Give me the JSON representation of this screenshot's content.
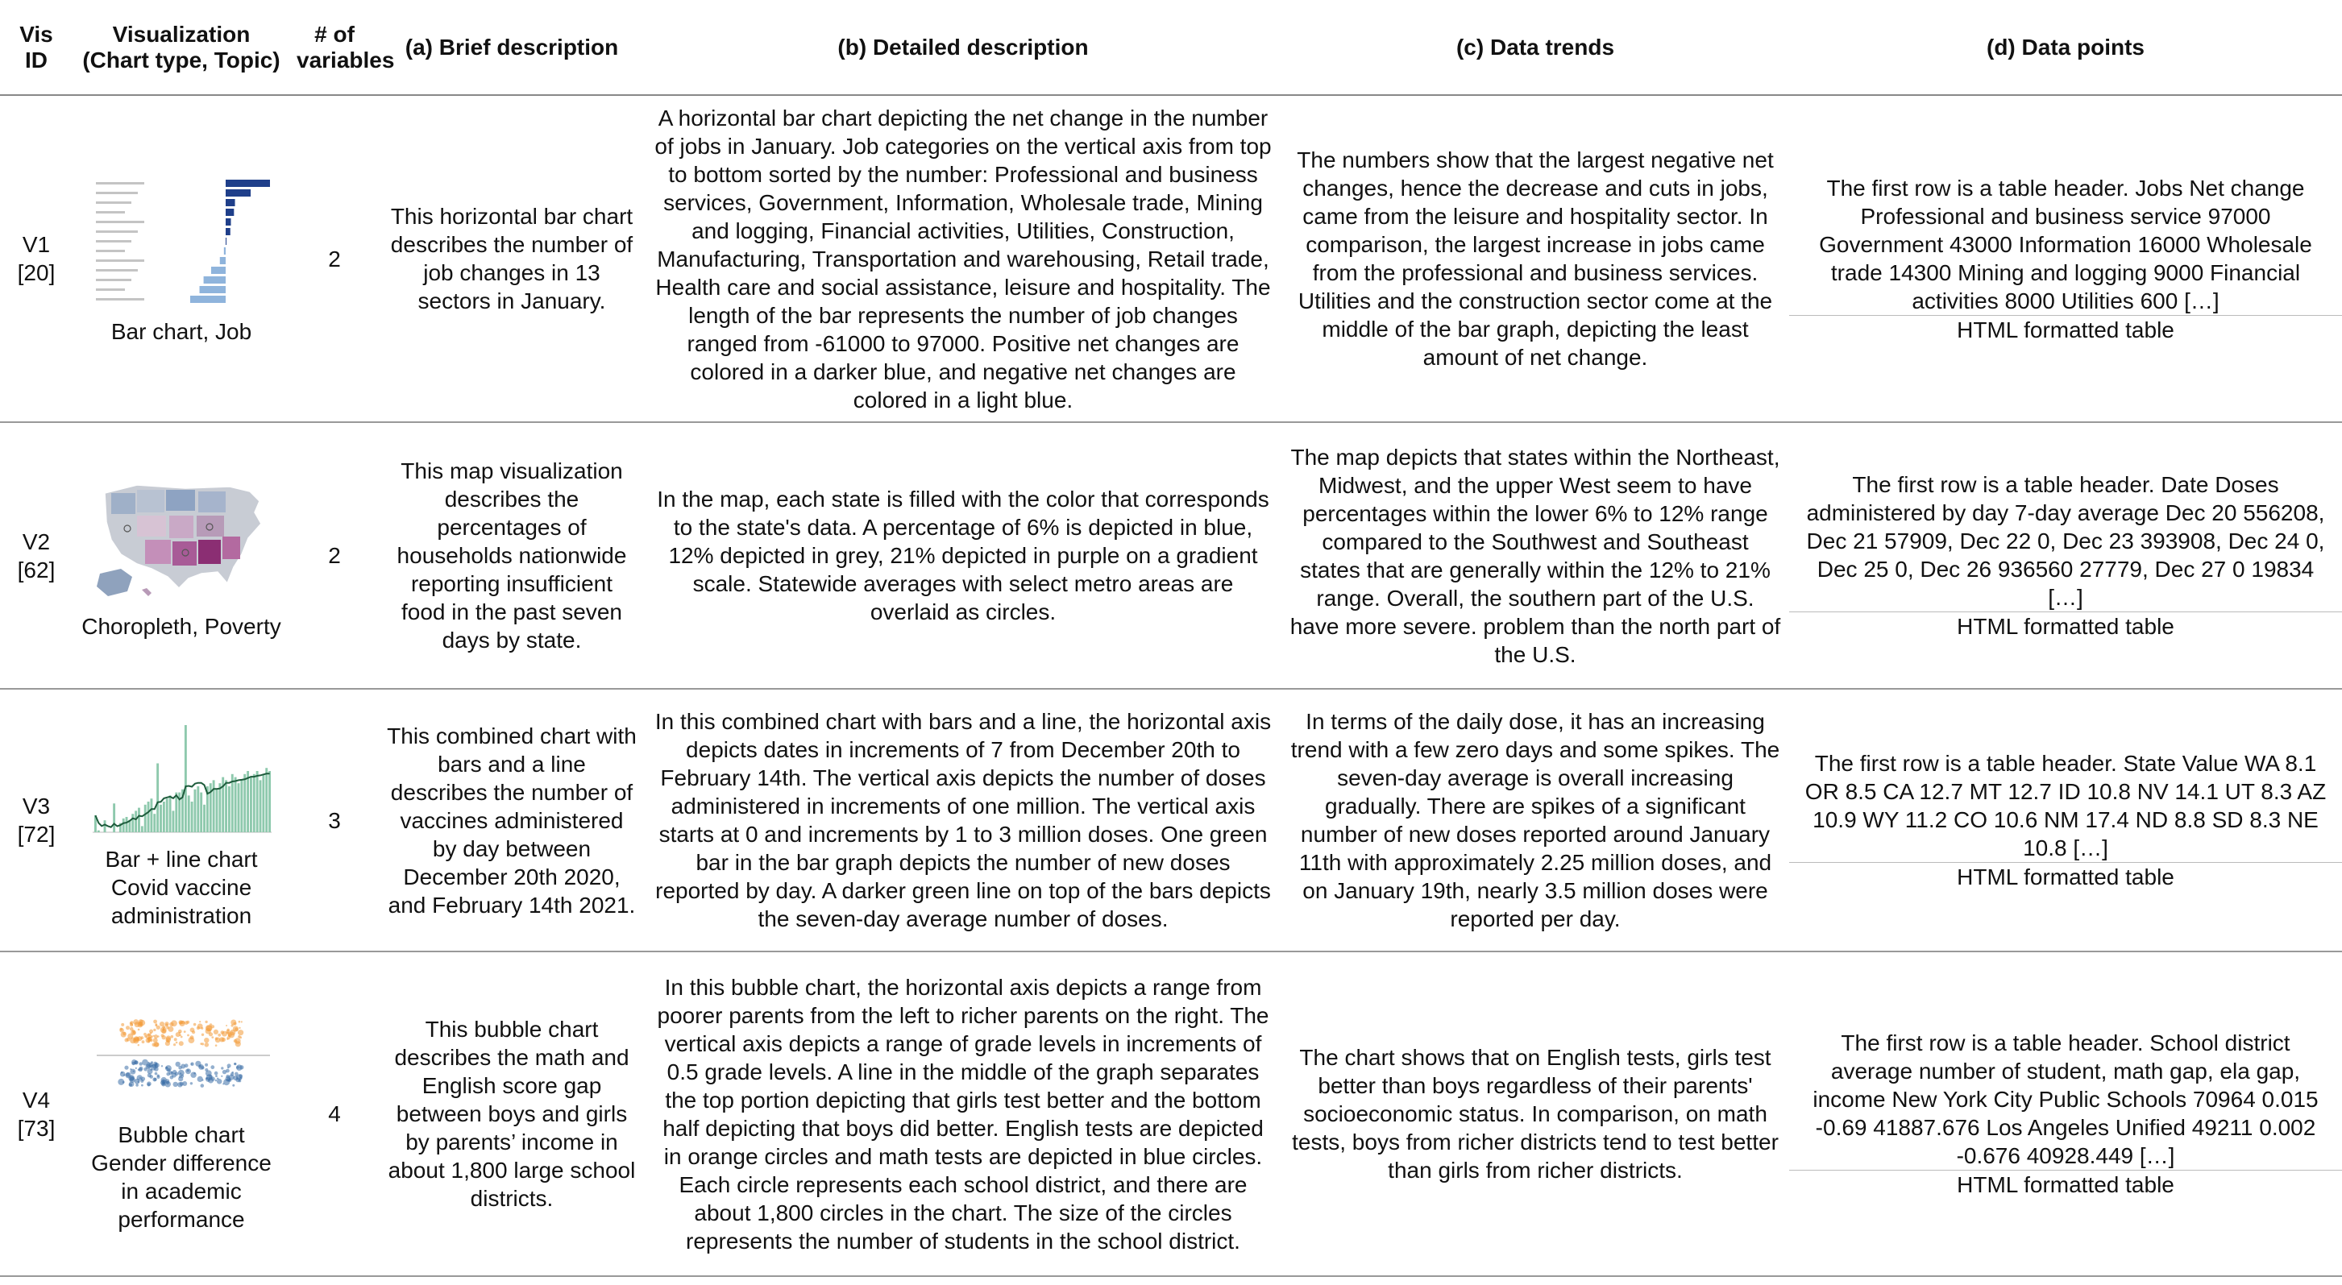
{
  "headers": {
    "vis_id": "Vis ID",
    "visualization": "Visualization (Chart type, Topic)",
    "num_variables": "# of variables",
    "brief": "(a) Brief description",
    "detailed": "(b) Detailed description",
    "trends": "(c) Data trends",
    "points": "(d) Data points"
  },
  "rows": [
    {
      "vis_id": "V1 [20]",
      "vis_label": "Bar chart, Job",
      "num_variables": "2",
      "brief": "This horizontal bar chart describes the number of job changes in 13 sectors in January.",
      "detailed": "A horizontal bar chart depicting the net change in the number of jobs in January. Job categories on the vertical axis from top to bottom sorted by the number: Professional and business services, Government, Information, Wholesale trade, Mining and logging, Financial activities, Utilities, Construction, Manufacturing, Transportation and warehousing, Retail trade, Health care and social assistance, leisure and hospitality. The length of the bar represents the number of job changes ranged from -61000 to 97000. Positive net changes are colored in a darker blue, and negative net changes are colored in a light blue.",
      "trends": "The numbers show that the largest negative net changes, hence the decrease and cuts in jobs, came from the leisure and hospitality sector. In comparison, the largest increase in jobs came from the professional and business services. Utilities and the construction sector come at the middle of the bar graph, depicting the least amount of net change.",
      "points": "The first row is a table header. Jobs Net change Professional and business service 97000 Government 43000 Information 16000 Wholesale trade 14300 Mining and logging 9000 Financial activities 8000 Utilities 600 […]",
      "points_html": "HTML formatted table"
    },
    {
      "vis_id": "V2 [62]",
      "vis_label": "Choropleth, Poverty",
      "num_variables": "2",
      "brief": "This map visualization describes the percentages of households nationwide reporting insufficient food in the past seven days by state.",
      "detailed": "In the map, each state is filled with the color that corresponds to the state's data. A percentage of 6% is depicted in blue, 12% depicted in grey, 21% depicted in purple on a gradient scale. Statewide averages with select metro areas are overlaid as circles.",
      "trends": "The map depicts that states within the Northeast, Midwest, and the upper West seem to have percentages within the lower 6% to 12% range compared to the Southwest and Southeast states that are generally within the 12% to 21% range. Overall, the southern part of the U.S. have more severe. problem than the north part of the U.S.",
      "points": "The first row is a table header.  Date Doses administered by day 7-day average Dec 20 556208, Dec 21 57909, Dec 22 0, Dec 23 393908, Dec 24 0, Dec 25 0, Dec 26 936560 27779, Dec 27 0 19834  […]",
      "points_html": "HTML formatted table"
    },
    {
      "vis_id": "V3 [72]",
      "vis_label": "Bar + line chart Covid vaccine administration",
      "num_variables": "3",
      "brief": "This combined chart with bars and a line describes the number of vaccines administered by day between December 20th 2020, and February 14th 2021.",
      "detailed": "In this combined chart with bars and a line, the horizontal axis depicts dates in increments of 7 from December 20th to February 14th. The vertical axis depicts the number of doses administered in increments of one million. The vertical axis starts at 0 and increments by 1 to 3 million doses. One green bar in the bar graph depicts the number of new doses reported by day. A darker green line on top of the bars depicts the seven-day average number of doses.",
      "trends": "In terms of the daily dose, it has an increasing trend with a few zero days and some spikes. The seven-day average is overall increasing gradually. There are spikes of a significant number of new doses reported around January 11th with approximately 2.25 million doses, and on January 19th, nearly 3.5 million doses were reported per day.",
      "points": "The first row is a table header. State Value WA 8.1 OR 8.5 CA 12.7 MT 12.7 ID 10.8 NV 14.1 UT 8.3 AZ 10.9 WY 11.2 CO 10.6 NM 17.4 ND 8.8 SD 8.3 NE 10.8 […]",
      "points_html": "HTML formatted table"
    },
    {
      "vis_id": "V4 [73]",
      "vis_label": "Bubble chart Gender difference in academic performance",
      "num_variables": "4",
      "brief": "This bubble chart describes the math and English score gap between boys and girls by parents’ income in about 1,800 large school districts.",
      "detailed": "In this bubble chart, the horizontal axis depicts a range from poorer parents from the left to richer parents on the right. The vertical axis depicts a range of grade levels in increments of 0.5 grade levels. A line in the middle of the graph separates the top portion depicting that girls test better and the bottom half depicting that boys did better. English tests are depicted in orange circles and math tests are depicted in blue circles. Each circle represents each school district, and there are about 1,800 circles in the chart. The size of the circles represents the number of students in the school district.",
      "trends": "The chart shows that on English tests, girls test better than boys regardless of their parents' socioeconomic status. In comparison, on math tests, boys from richer districts tend to test better than girls from richer districts.",
      "points": "The first row is a table header.  School district average number of student, math gap, ela gap, income New York City Public Schools 70964 0.015 -0.69 41887.676 Los Angeles Unified 49211 0.002 -0.676 40928.449 […]",
      "points_html": "HTML formatted table"
    }
  ],
  "thumbnails": {
    "v1_bars": [
      97000,
      43000,
      16000,
      14300,
      9000,
      8000,
      600,
      -3000,
      -10000,
      -25000,
      -38000,
      -45000,
      -61000
    ],
    "v3_bars": [
      0.55,
      0.06,
      0,
      0.39,
      0,
      0,
      0.94,
      0,
      0.3,
      0.45,
      0.5,
      0.4,
      0.6,
      0.7,
      0.8,
      0.2,
      0.9,
      1.0,
      1.1,
      0.6,
      2.25,
      0.9,
      1.0,
      1.1,
      1.2,
      0.7,
      1.3,
      1.3,
      1.4,
      3.5,
      1.2,
      1.0,
      1.4,
      1.5,
      1.3,
      0.9,
      1.5,
      1.6,
      1.7,
      1.4,
      1.6,
      1.8,
      1.7,
      1.5,
      1.9,
      1.8,
      1.6,
      1.7,
      1.9,
      2.0,
      1.8,
      1.9,
      2.0,
      1.7,
      1.9,
      2.1,
      2.0
    ],
    "colors": {
      "dark_blue": "#1f3f8a",
      "light_blue": "#8fb4dc",
      "green": "#8ec9ad",
      "dark_green": "#1d5b3b",
      "orange": "#f29b38",
      "blue": "#3d6fa8",
      "purple": "#8b2e73"
    }
  }
}
